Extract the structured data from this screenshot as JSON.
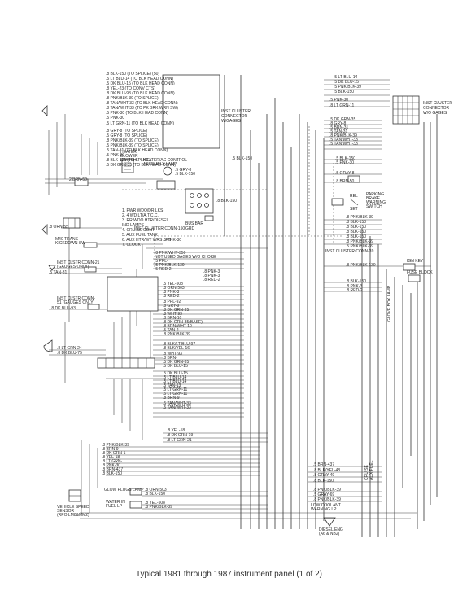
{
  "caption": "Typical 1981 through 1987 instrument panel (1 of 2)",
  "components": {
    "inst_cluster_connector_gages": [
      "INST CLUSTER",
      "CONNECTOR",
      "W/GAGES"
    ],
    "inst_cluster_connector_wo_gages": [
      "INST CLUSTER",
      "CONNECTOR",
      "W/O GAGES"
    ],
    "heater_blower_switch": [
      "HEATER",
      "BLOWER",
      "SWITCH"
    ],
    "heater_ac_control": [
      "HEATER/AC CONTROL",
      "ASSEMBLY LAMP"
    ],
    "bus_bar_grd": [
      "BUS BAR",
      "GRD"
    ],
    "parking_brake_warning": [
      "PARKING",
      "BRAKE",
      "WARNING",
      "SWITCH"
    ],
    "m40_trans_kickdown": [
      "M40 TRANS",
      "KICKDOWN SW"
    ],
    "vehicle_speed_sensor": [
      "VEHICLE SPEED",
      "SENSOR",
      "(RPO LM8&MM2)"
    ],
    "glow_plugs_lamp": "GLOW PLUGS LAMP",
    "water_in_fuel_lp": [
      "WATER IN",
      "FUEL LP"
    ],
    "low_coolant_warning": [
      "LOW COOLANT",
      "WARNING LP"
    ],
    "diesel_eng": [
      "DIESEL ENG",
      "(A6 & NB2)"
    ],
    "ign_key_fuse_block": [
      "IGN KEY",
      "FUSE BLOCK"
    ],
    "glove_box_lamp": "GLOVE BOX LAMP",
    "rel_set": [
      "REL",
      "SET"
    ]
  },
  "legend_items": [
    "1. PWR WDO/DR LKS",
    "2. 4 WD LT/A.T.C.C.",
    "3. RR WDO HTR/DIESEL",
    "   IND LAMPS",
    "4. CRUISE CONT",
    "5. AUX FUEL TANK",
    "6. AUX HTR/WT WRS LPS",
    "7. CLOCK"
  ],
  "wires": {
    "top_left_group": [
      ".8 BLK-150 (TO SPLICE) (50)",
      ".5 LT BLU-14 (TO BLK HEAD CONN)",
      ".5 DK BLU-15 (TO BLK HEAD CONN)",
      ".8 YEL-23 (TO CONV CTS)",
      ".8 DK BLU-93 (TO BLK HEAD CONN)",
      ".8 PNK/BLK-39 (TO SPLICE)",
      ".8 TAN/WHT-33 (TO BLK HEAD CONN)",
      ".8 TAN/WHT-33 (TO PK BRK WRN SW)",
      ".5 PNK-30 (TO BLK HEAD CONN)",
      ".5 PNK-30",
      ".5 LT GRN-11 (TO BLK HEAD CONN)",
      ".8 GRY-8 (TO SPLICE)",
      ".5 GRY-8 (TO SPLICE)",
      ".8 PNK/BLK-39 (TO SPLICE)",
      ".5 PNK/BLK-39 (TO SPLICE)",
      ".5 TAN-31 (TO BLK HEAD CONN)",
      ".5 PNK-30",
      ".8 BLK-150 (TO SPLICE)",
      ".5 DK GRN-35 (TO BLK HEAD CONN)"
    ],
    "top_right_group": [
      ".5 LT BLU-14",
      ".5 DK BLU-15",
      ".5 PNK/BLK-39",
      ".5 BLK-150",
      ".5 PNK-30",
      ".8 LT GRN-11",
      ".5 DK GRN-35",
      ".8 GRY-8",
      ".5 BRN-31",
      ".5 TAN-31",
      ".8 PNK/BLK-39",
      ".5 TAN/WHT-33",
      ".5 TAN/WHT-33"
    ],
    "mid_right_group": [
      ".5 BLK-150",
      ".5 PNK-30",
      ".5 GRAY-8",
      ".8 BRN-50",
      ".8 PNK/BLK-39",
      ".8 BLK-150",
      ".8 BLK-150",
      ".8 BLK-150",
      ".8 BLK-150",
      ".8 PNK/BLK-39",
      ".5 PNK/BLK-39"
    ],
    "center_group": [
      ".8 PNK/WHT-350",
      "NOT USED GAGES W/O CHOKE",
      ".5 PPL-",
      ".5 PNK/BLK-139",
      ".5 RED-2",
      ".8 PNK-3",
      ".8 PNK-3",
      ".8 RED-2",
      ".5 YEL-508",
      ".8 ORN-503",
      ".8 PNK-3",
      ".8 RED-2",
      ".8 PPL-92",
      ".8 GRY-9",
      ".8 DK GRN-35",
      ".8 WHT-93",
      ".8 BRN-10",
      ".8 DK GRN-35(BASE)",
      ".8 BRN/WHT-10",
      ".5 TAN-2",
      ".8 PNK/BLK-39",
      ".8 BLK/LT BLU-97",
      ".8 BLK/YEL-16",
      ".8 WHT-93",
      ".8 BRN-",
      ".5 DK GRN-35",
      ".5 DK BLU-15",
      ".5 DK BLU-15",
      ".5 LT BLU-14",
      ".5 LT BLU-14",
      ".5 TAN-13",
      ".5 LT GRN-11",
      ".5 LT GRN-11",
      ".8 BRN-9",
      ".5 TAN/WHT-33",
      ".5 TAN/WHT-33",
      ".8 YEL-18",
      ".8 DK GRN-19",
      ".8 LT GRN-21"
    ],
    "center_right_group": [
      ".8 PNK/BLK-139",
      ".8 BLK-150",
      ".8 PNK-3",
      ".8 RED-2"
    ],
    "bottom_left_group": [
      ".8 PNK/BLK-39",
      ".8 BRN-9",
      ".8 DK GRN-1",
      ".8 YEL-18",
      ".8 LT GRN-",
      ".8 PNK-30",
      ".8 BRN-437",
      ".8 BLK-150"
    ],
    "bottom_center_group": [
      ".8 ORN-503",
      ".8 BLK-150",
      ".8 YEL-508",
      ".8 PNK/BLK-39"
    ],
    "bottom_right_group": [
      ".5 BRN-437",
      ".8 BLK/YEL-48",
      ".8 GRAY-49",
      ".8 BLK-150",
      ".8 PNK/BLK-39",
      ".5 GRAY-69",
      ".8 PNK/BLK-39"
    ],
    "left_side": [
      ".8 ORN-55",
      ".5 PNK-30",
      ".5 TAN-31",
      ".8 DK BLU-93",
      ".8 LT GRN-24",
      ".8 DK BLU-75",
      "2 BRN-50",
      ".5 BLK-150",
      ".5 GRY-8",
      ".8 BLK-150",
      ".8 BLK-150",
      ".8 BLK-150",
      ".8 BLK-150"
    ]
  },
  "labels": {
    "inst_clstr_conn_150": "INST CLUSTER CONN-150",
    "inst_clstr_conn_39": "INST CLUSTER CONN-39",
    "inst_clstr_conn_21": [
      "INST CLSTR CONN-21",
      "(GAUGES ONLY)"
    ],
    "inst_clstr_conn_51": [
      "INST CLSTR CONN-",
      "51 (GAUGES ONLY)"
    ],
    "wo_gages": "W/O GAGES",
    "cruise": "CRUISE",
    "aux_fuel": "AUX FUEL"
  }
}
